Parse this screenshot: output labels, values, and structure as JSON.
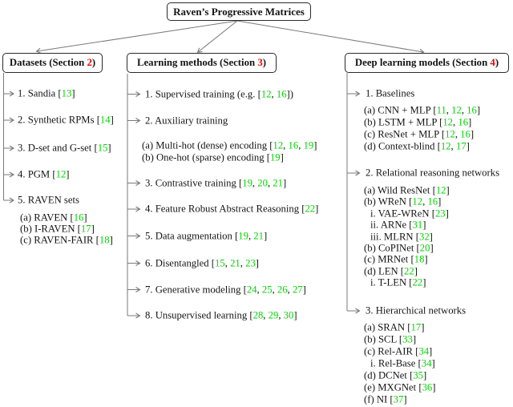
{
  "root": {
    "title": "Raven’s Progressive Matrices"
  },
  "colors": {
    "citation_green": "#00d400",
    "section_red": "#f20000",
    "line_gray": "#7a7a7a",
    "text": "#141414",
    "box_border": "#2a2a2a"
  },
  "columns": [
    {
      "title": "Datasets (Section 2)",
      "items": [
        {
          "text": "1. Sandia [13]",
          "level": 0
        },
        {
          "text": "2. Synthetic RPMs [14]",
          "level": 0
        },
        {
          "text": "3. D-set and G-set [15]",
          "level": 0
        },
        {
          "text": "4. PGM [12]",
          "level": 0
        },
        {
          "text": "5. RAVEN sets",
          "level": 0
        },
        {
          "text": "(a) RAVEN [16]",
          "level": 1
        },
        {
          "text": "(b) I-RAVEN [17]",
          "level": 1
        },
        {
          "text": "(c) RAVEN-FAIR [18]",
          "level": 1
        }
      ]
    },
    {
      "title": "Learning methods (Section 3)",
      "items": [
        {
          "text": "1. Supervised training (e.g. [12, 16])",
          "level": 0
        },
        {
          "text": "2. Auxiliary training",
          "level": 0
        },
        {
          "text": "(a) Multi-hot (dense) encoding [12, 16, 19]",
          "level": 1
        },
        {
          "text": "(b) One-hot (sparse) encoding [19]",
          "level": 1
        },
        {
          "text": "3. Contrastive training [19, 20, 21]",
          "level": 0
        },
        {
          "text": "4. Feature Robust Abstract Reasoning [22]",
          "level": 0
        },
        {
          "text": "5. Data augmentation [19, 21]",
          "level": 0
        },
        {
          "text": "6. Disentangled [15, 21, 23]",
          "level": 0
        },
        {
          "text": "7. Generative modeling [24, 25, 26, 27]",
          "level": 0
        },
        {
          "text": "8. Unsupervised learning [28, 29, 30]",
          "level": 0
        }
      ]
    },
    {
      "title": "Deep learning models (Section 4)",
      "items": [
        {
          "text": "1. Baselines",
          "level": 0
        },
        {
          "text": "(a) CNN + MLP [11, 12, 16]",
          "level": 1
        },
        {
          "text": "(b) LSTM + MLP [12, 16]",
          "level": 1
        },
        {
          "text": "(c) ResNet + MLP [12, 16]",
          "level": 1
        },
        {
          "text": "(d) Context-blind [12, 17]",
          "level": 1
        },
        {
          "text": "2. Relational reasoning networks",
          "level": 0
        },
        {
          "text": "(a) Wild ResNet [12]",
          "level": 1
        },
        {
          "text": "(b) WReN [12, 16]",
          "level": 1
        },
        {
          "text": "i. VAE-WReN [23]",
          "level": 2
        },
        {
          "text": "ii. ARNe [31]",
          "level": 2
        },
        {
          "text": "iii. MLRN [32]",
          "level": 2
        },
        {
          "text": "(b) CoPINet [20]",
          "level": 1
        },
        {
          "text": "(c) MRNet [18]",
          "level": 1
        },
        {
          "text": "(d) LEN [22]",
          "level": 1
        },
        {
          "text": "i. T-LEN [22]",
          "level": 2
        },
        {
          "text": "3. Hierarchical networks",
          "level": 0
        },
        {
          "text": "(a) SRAN [17]",
          "level": 1
        },
        {
          "text": "(b) SCL [33]",
          "level": 1
        },
        {
          "text": "(c) Rel-AIR [34]",
          "level": 1
        },
        {
          "text": "i. Rel-Base [34]",
          "level": 2
        },
        {
          "text": "(d) DCNet [35]",
          "level": 1
        },
        {
          "text": "(e) MXGNet [36]",
          "level": 1
        },
        {
          "text": "(f) NI [37]",
          "level": 1
        }
      ]
    }
  ]
}
